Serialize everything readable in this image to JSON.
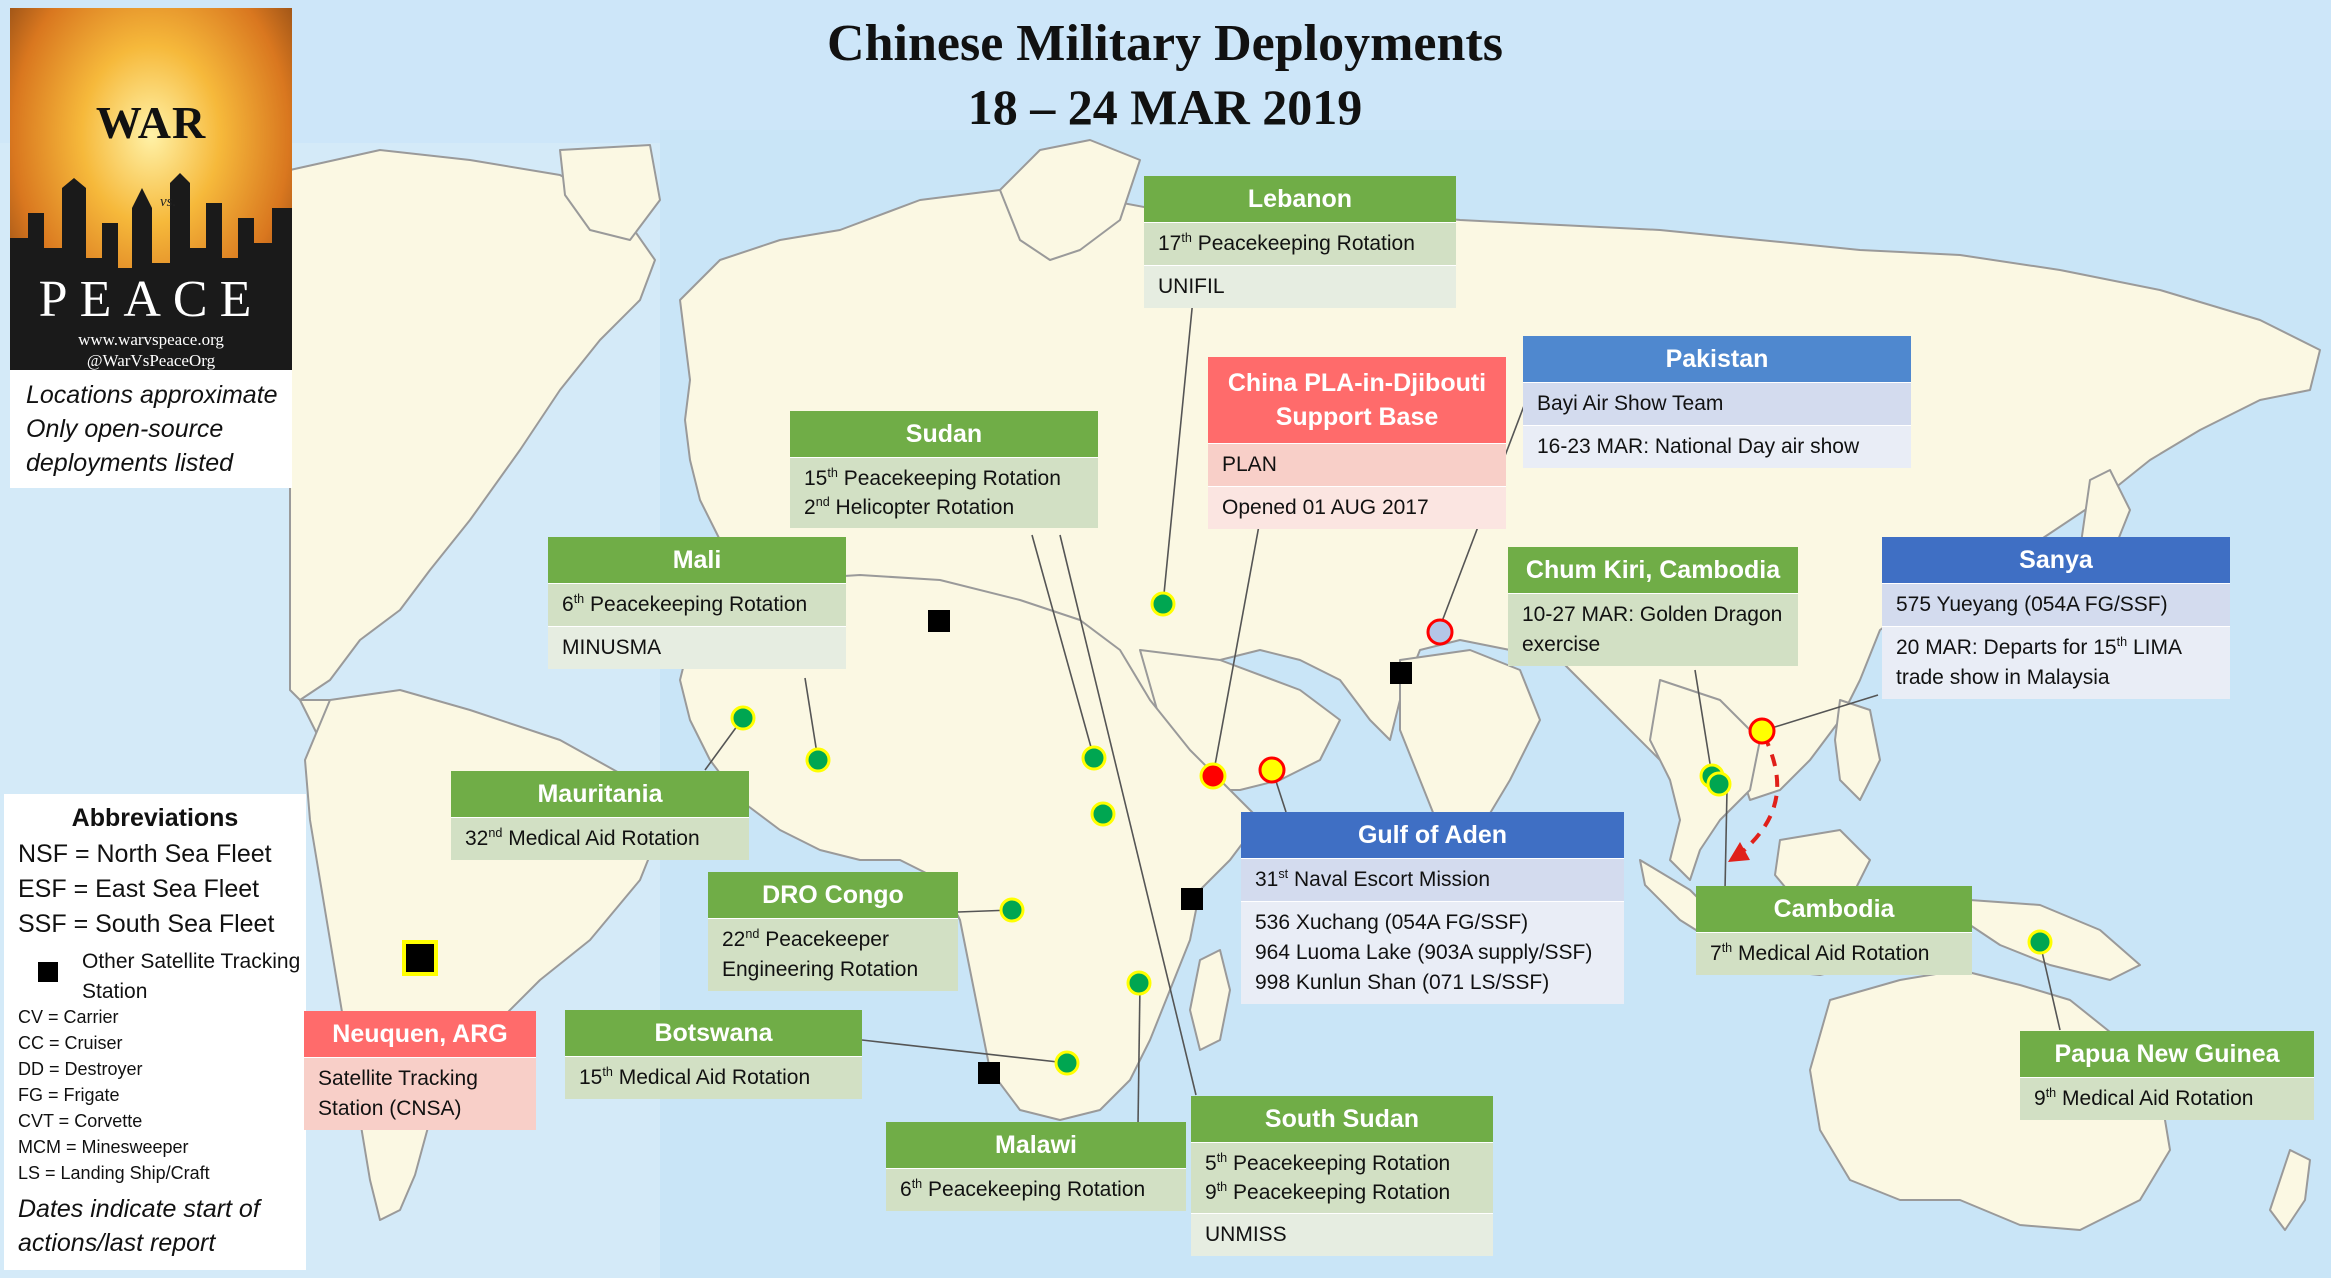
{
  "title": "Chinese Military Deployments",
  "subtitle": "18 – 24 MAR 2019",
  "logo": {
    "war": "WAR",
    "vs": "vs.",
    "peace": "PEACE",
    "url": "www.warvspeace.org",
    "handle": "@WarVsPeaceOrg"
  },
  "notes": [
    "Locations approximate",
    "Only open-source",
    "deployments listed"
  ],
  "abbreviations": {
    "heading": "Abbreviations",
    "fleets": [
      "NSF = North Sea Fleet",
      "ESF = East Sea Fleet",
      "SSF = South Sea Fleet"
    ],
    "satellite_legend": "Other Satellite Tracking Station",
    "ship_types": [
      "CV = Carrier",
      "CC = Cruiser",
      "DD = Destroyer",
      "FG = Frigate",
      "CVT = Corvette",
      "MCM = Minesweeper",
      "LS = Landing Ship/Craft"
    ],
    "footer": "Dates indicate start of actions/last report"
  },
  "colors": {
    "ocean": "#cfe7f8",
    "land": "#fbf8e3",
    "header_green": "#70ad47",
    "header_red": "#ff6b6b",
    "header_blue": "#4f88cf",
    "header_blue_dark": "#3f6fc4",
    "marker_green": "#00a651",
    "marker_red": "#ff0000",
    "marker_yellow_ring": "#ffff00"
  },
  "markers": {
    "types": [
      "peacekeeping/medical (green dot, yellow ring)",
      "naval (yellow dot, red ring)",
      "exercise (blue dot, red ring)",
      "base (red dot, yellow ring)",
      "satellite station (black square)"
    ]
  },
  "boxes": {
    "lebanon": {
      "header": "Lebanon",
      "rows": [
        [
          "17",
          "th",
          " Peacekeeping Rotation"
        ],
        [
          "UNIFIL"
        ]
      ]
    },
    "djibouti": {
      "header": "China PLA-in-Djibouti Support Base",
      "rows": [
        [
          "PLAN"
        ],
        [
          "Opened 01 AUG 2017"
        ]
      ]
    },
    "pakistan": {
      "header": "Pakistan",
      "rows": [
        [
          "Bayi Air Show Team"
        ],
        [
          "16-23 MAR: National Day air show"
        ]
      ]
    },
    "sudan": {
      "header": "Sudan",
      "lines": [
        [
          "15",
          "th",
          " Peacekeeping Rotation"
        ],
        [
          "2",
          "nd",
          " Helicopter Rotation"
        ]
      ]
    },
    "mali": {
      "header": "Mali",
      "rows": [
        [
          "6",
          "th",
          " Peacekeeping Rotation"
        ],
        [
          "MINUSMA"
        ]
      ]
    },
    "chumkiri": {
      "header": "Chum Kiri, Cambodia",
      "rows": [
        [
          "10-27 MAR: Golden Dragon exercise"
        ]
      ]
    },
    "sanya": {
      "header": "Sanya",
      "rows": [
        [
          "575 Yueyang (054A FG/SSF)"
        ],
        [
          "20 MAR: Departs for 15",
          "th",
          " LIMA trade show in Malaysia"
        ]
      ]
    },
    "mauritania": {
      "header": "Mauritania",
      "rows": [
        [
          "32",
          "nd",
          " Medical Aid Rotation"
        ]
      ]
    },
    "gulf_of_aden": {
      "header": "Gulf of Aden",
      "rows": [
        [
          "31",
          "st",
          " Naval Escort Mission"
        ]
      ],
      "ships": [
        "536 Xuchang (054A FG/SSF)",
        "964 Luoma Lake (903A supply/SSF)",
        "998 Kunlun Shan (071 LS/SSF)"
      ]
    },
    "dro_congo": {
      "header": "DRO Congo",
      "rows": [
        [
          "22",
          "nd",
          " Peacekeeper Engineering Rotation"
        ]
      ]
    },
    "cambodia": {
      "header": "Cambodia",
      "rows": [
        [
          "7",
          "th",
          " Medical Aid Rotation"
        ]
      ]
    },
    "neuquen": {
      "header": "Neuquen, ARG",
      "rows": [
        [
          "Satellite Tracking Station (CNSA)"
        ]
      ]
    },
    "botswana": {
      "header": "Botswana",
      "rows": [
        [
          "15",
          "th",
          " Medical Aid Rotation"
        ]
      ]
    },
    "papua": {
      "header": "Papua New Guinea",
      "rows": [
        [
          "9",
          "th",
          " Medical Aid Rotation"
        ]
      ]
    },
    "malawi": {
      "header": "Malawi",
      "rows": [
        [
          "6",
          "th",
          " Peacekeeping Rotation"
        ]
      ]
    },
    "south_sudan": {
      "header": "South Sudan",
      "lines": [
        [
          "5",
          "th",
          " Peacekeeping Rotation"
        ],
        [
          "9",
          "th",
          " Peacekeeping Rotation"
        ]
      ],
      "rows": [
        [
          "UNMISS"
        ]
      ]
    }
  }
}
